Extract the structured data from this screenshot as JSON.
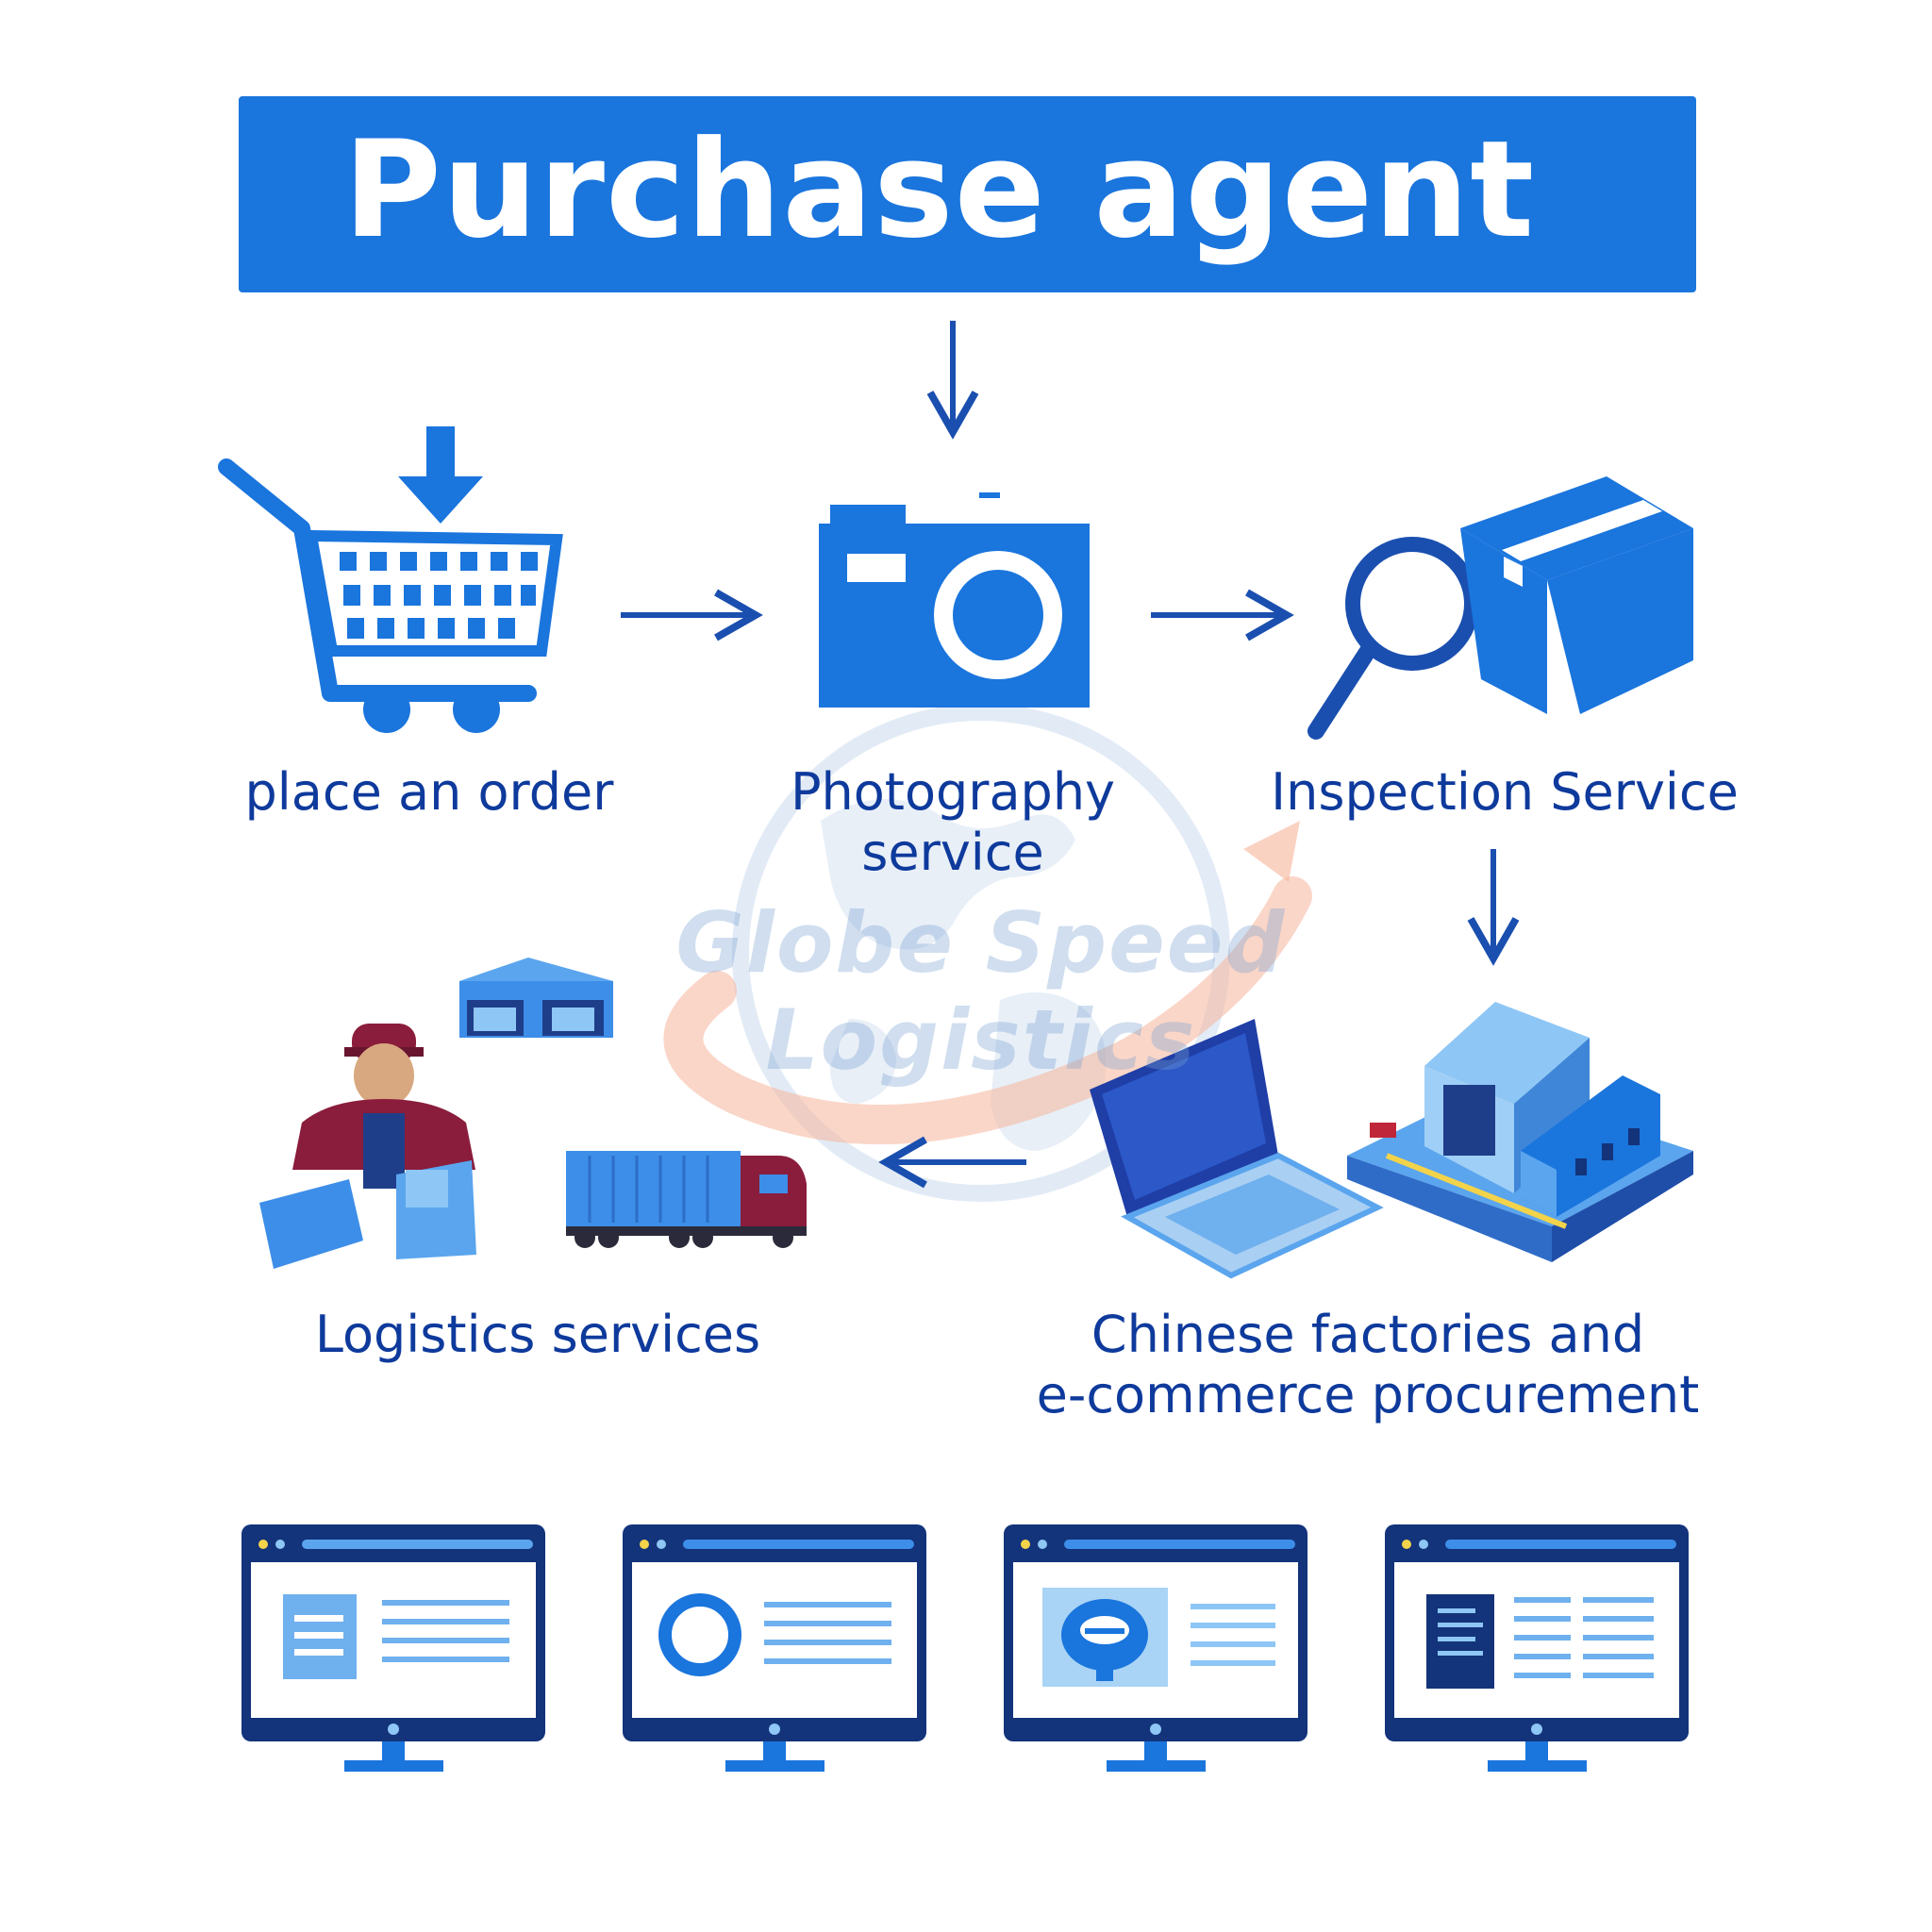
{
  "title": "Purchase agent",
  "watermark": "Globe Speed Logistics",
  "steps": {
    "order": "place an order",
    "photo_line1": "Photography",
    "photo_line2": "service",
    "inspection": "Inspection Service",
    "procure_line1": "Chinese factories and",
    "procure_line2": "e-commerce procurement",
    "logistics": "Logistics services"
  },
  "colors": {
    "primary": "#1a75dd",
    "label": "#0e3a9c",
    "navy": "#13337a",
    "light_blue": "#5aa5ee",
    "worker_red": "#8a1c3c",
    "swoosh": "#f39a6f"
  },
  "icons": [
    "shopping-cart-icon",
    "camera-icon",
    "magnifier-icon",
    "box-icon",
    "laptop-icon",
    "factory-icon",
    "worker-icon",
    "truck-icon",
    "warehouse-icon",
    "monitor-icon",
    "globe-icon"
  ]
}
